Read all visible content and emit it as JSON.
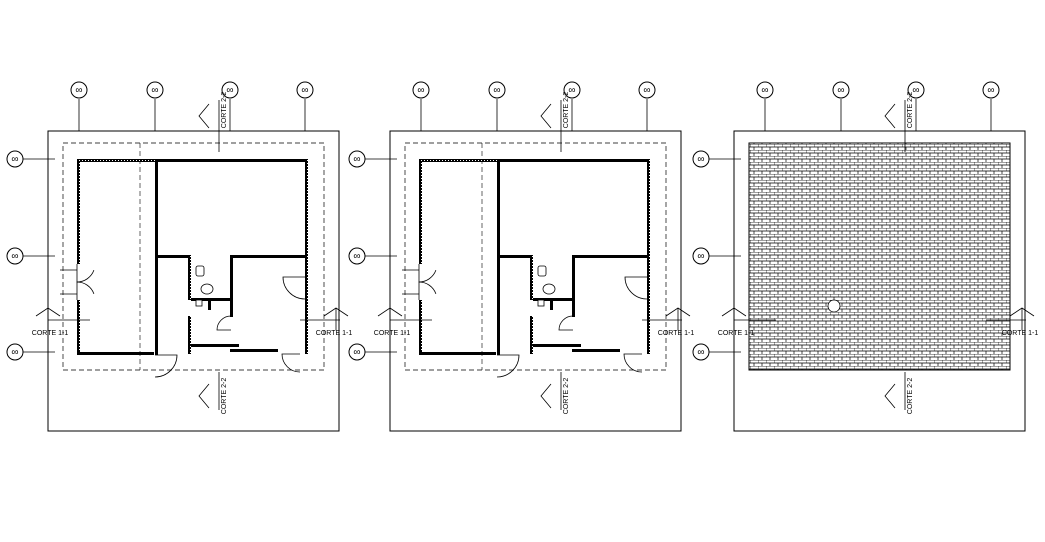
{
  "drawing": {
    "plans": [
      {
        "id": "plan-1",
        "variant": "floor-plan",
        "section_labels": [
          "CORTE 1-1",
          "CORTE 1-1",
          "CORTE 2-2",
          "CORTE 2-2"
        ],
        "col_bubbles": [
          "∞",
          "∞",
          "∞",
          "∞"
        ],
        "row_bubbles": [
          "∞",
          "∞",
          "∞"
        ]
      },
      {
        "id": "plan-2",
        "variant": "floor-plan",
        "section_labels": [
          "CORTE 1-1",
          "CORTE 1-1",
          "CORTE 2-2",
          "CORTE 2-2"
        ],
        "col_bubbles": [
          "∞",
          "∞",
          "∞",
          "∞"
        ],
        "row_bubbles": [
          "∞",
          "∞",
          "∞"
        ]
      },
      {
        "id": "plan-3",
        "variant": "tiled-floor",
        "section_labels": [
          "CORTE 1-1",
          "CORTE 1-1",
          "CORTE 2-2",
          "CORTE 2-2"
        ],
        "col_bubbles": [
          "∞",
          "∞",
          "∞",
          "∞"
        ],
        "row_bubbles": [
          "∞",
          "∞",
          "∞"
        ]
      }
    ]
  }
}
